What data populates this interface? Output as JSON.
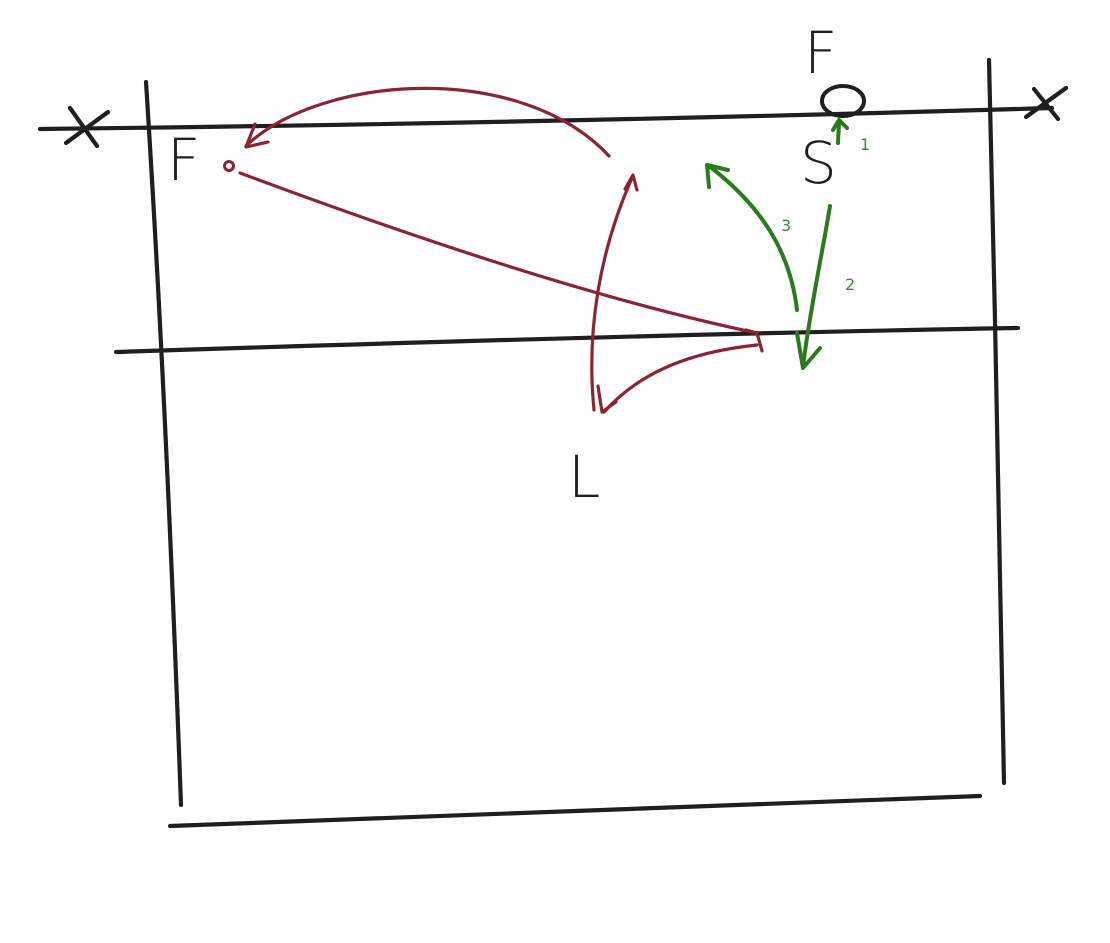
{
  "labels": {
    "x_left": "X",
    "x_right": "X",
    "f_left": "F",
    "f_top": "F",
    "s": "S",
    "l": "L"
  },
  "sequence": {
    "step_1": "1",
    "step_2": "2",
    "step_3": "3"
  },
  "colors": {
    "ink": "#1f1f1f",
    "red_path": "#8c2433",
    "green_path": "#2c7a1f"
  }
}
